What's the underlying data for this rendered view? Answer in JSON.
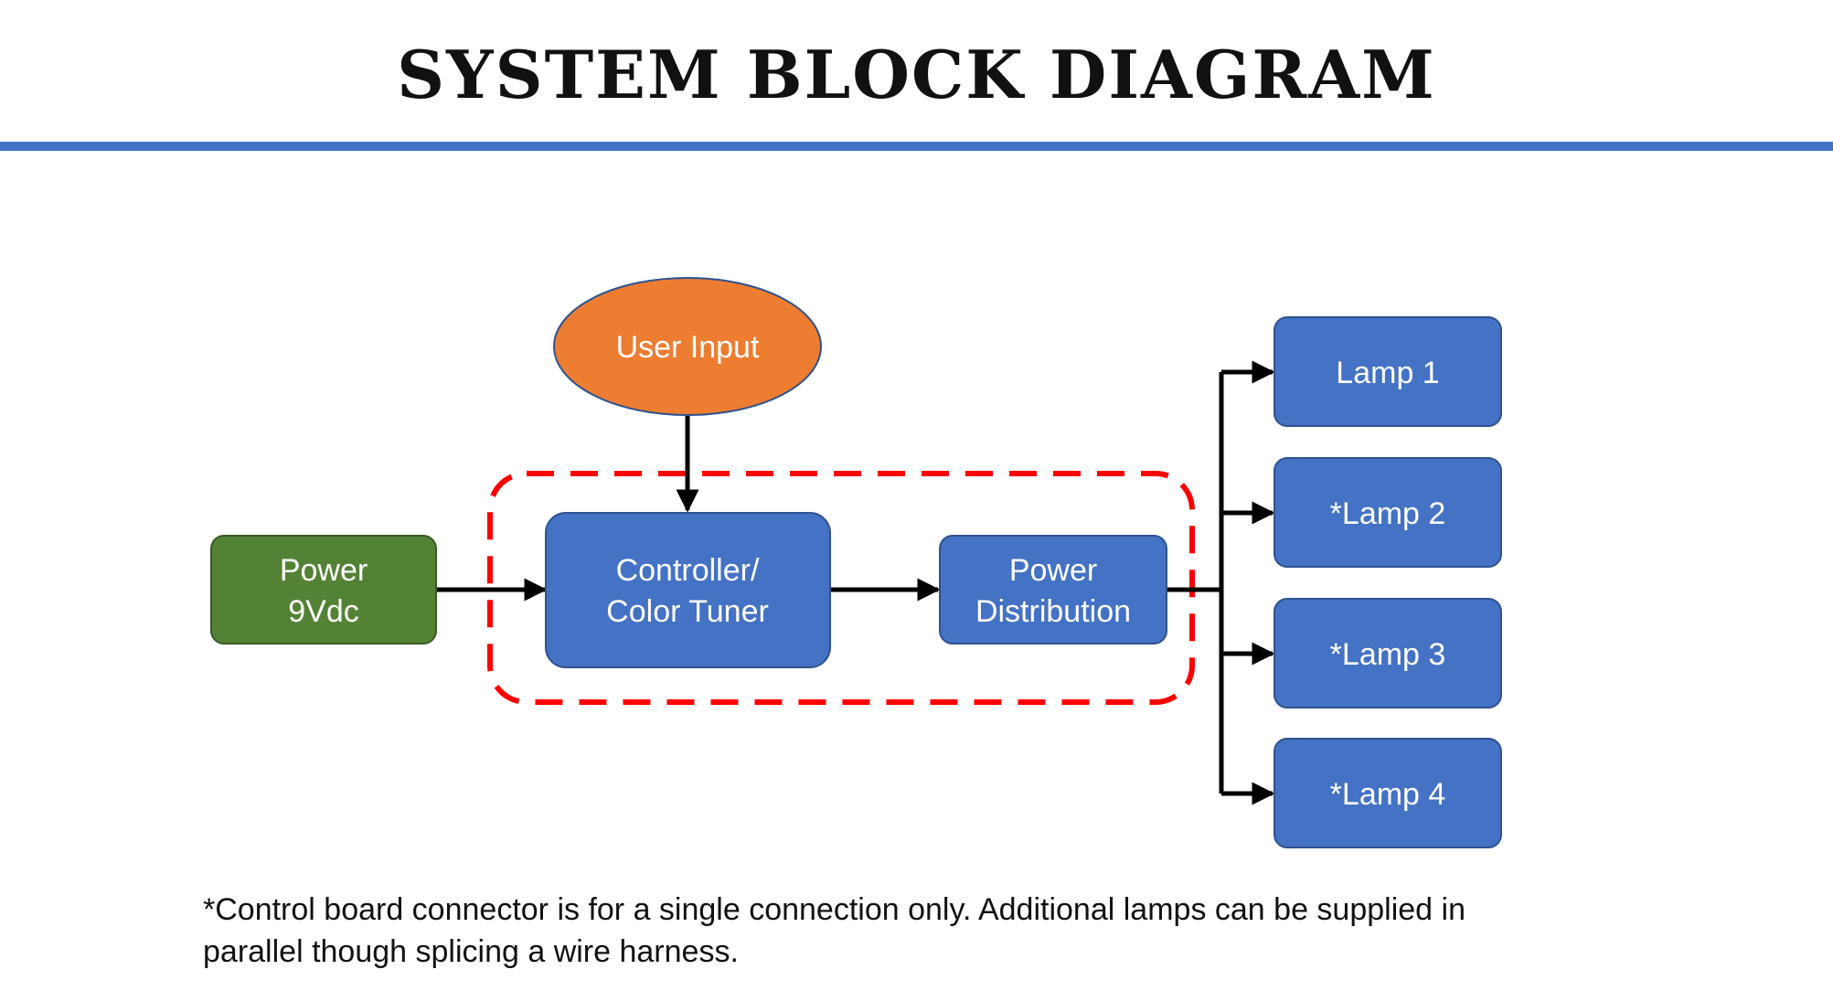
{
  "title": "SYSTEM BLOCK DIAGRAM",
  "colors": {
    "rule": "#4472C4",
    "block_blue": "#4472C4",
    "block_green": "#548235",
    "user_input_orange": "#ED7D31",
    "dashed_outline": "#FF0000",
    "connector": "#000000"
  },
  "nodes": {
    "power_source": {
      "line1": "Power",
      "line2": "9Vdc"
    },
    "user_input": {
      "label": "User Input"
    },
    "controller": {
      "line1": "Controller/",
      "line2": "Color Tuner"
    },
    "power_distribution": {
      "line1": "Power",
      "line2": "Distribution"
    },
    "lamp1": {
      "label": "Lamp 1"
    },
    "lamp2": {
      "label": "*Lamp 2"
    },
    "lamp3": {
      "label": "*Lamp 3"
    },
    "lamp4": {
      "label": "*Lamp 4"
    }
  },
  "footnote": "*Control board connector is for a single connection only. Additional lamps can be supplied in parallel though splicing a wire harness."
}
